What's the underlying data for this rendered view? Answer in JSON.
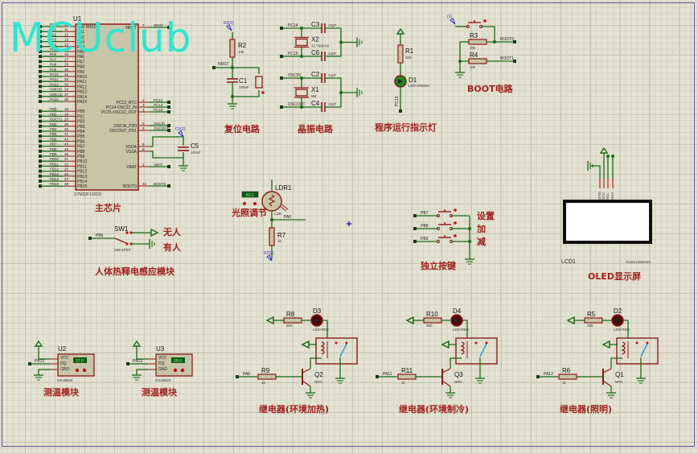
{
  "watermark": "MCUclub",
  "colors": {
    "wire": "#1a6b1a",
    "component": "#8b1a1a",
    "body": "#c8c4a8",
    "label": "#a02020",
    "probe": "#2a2ad0",
    "watermark": "#2ee6cf"
  },
  "mcu": {
    "ref": "U1",
    "part": "STM32F103C8",
    "left_pins": [
      {
        "net": "PA0",
        "num": "10",
        "name": "PA0-WKUP"
      },
      {
        "net": "PA1",
        "num": "11",
        "name": "PA1"
      },
      {
        "net": "PA2",
        "num": "12",
        "name": "PA2"
      },
      {
        "net": "PA3",
        "num": "13",
        "name": "PA3"
      },
      {
        "net": "PA4",
        "num": "14",
        "name": "PA4"
      },
      {
        "net": "PA5",
        "num": "15",
        "name": "PA5"
      },
      {
        "net": "PA6",
        "num": "16",
        "name": "PA6"
      },
      {
        "net": "PA7",
        "num": "17",
        "name": "PA7"
      },
      {
        "net": "PA8",
        "num": "29",
        "name": "PA8"
      },
      {
        "net": "PA9",
        "num": "30",
        "name": "PA9"
      },
      {
        "net": "PA10",
        "num": "31",
        "name": "PA10"
      },
      {
        "net": "PA11",
        "num": "32",
        "name": "PA11"
      },
      {
        "net": "PA12",
        "num": "33",
        "name": "PA12"
      },
      {
        "net": "SWDIO",
        "num": "34",
        "name": "PA13"
      },
      {
        "net": "SWCLK",
        "num": "37",
        "name": "PA14"
      },
      {
        "net": "PA15",
        "num": "38",
        "name": "PA15"
      },
      {
        "net": "PB0",
        "num": "18",
        "name": "PB0"
      },
      {
        "net": "PB1",
        "num": "19",
        "name": "PB1"
      },
      {
        "net": "BOOT1",
        "num": "20",
        "name": "PB2"
      },
      {
        "net": "PB3",
        "num": "39",
        "name": "PB3"
      },
      {
        "net": "PB4",
        "num": "40",
        "name": "PB4"
      },
      {
        "net": "PB5",
        "num": "41",
        "name": "PB5"
      },
      {
        "net": "PB6",
        "num": "42",
        "name": "PB6"
      },
      {
        "net": "PB7",
        "num": "43",
        "name": "PB7"
      },
      {
        "net": "PB8",
        "num": "45",
        "name": "PB8"
      },
      {
        "net": "PB9",
        "num": "46",
        "name": "PB9"
      },
      {
        "net": "PB10",
        "num": "21",
        "name": "PB10"
      },
      {
        "net": "PB11",
        "num": "22",
        "name": "PB11"
      },
      {
        "net": "PB12",
        "num": "25",
        "name": "PB12"
      },
      {
        "net": "PB13",
        "num": "26",
        "name": "PB13"
      },
      {
        "net": "PB14",
        "num": "27",
        "name": "PB14"
      },
      {
        "net": "PB15",
        "num": "28",
        "name": "PB15"
      }
    ],
    "right_pins": [
      {
        "net": "NRST",
        "num": "7",
        "name": "NRST"
      },
      {
        "net": "PC13",
        "num": "2",
        "name": "PC13_RTC"
      },
      {
        "net": "PC14",
        "num": "3",
        "name": "PC14-OSC32_IN"
      },
      {
        "net": "PC15",
        "num": "4",
        "name": "PC15-OSC32_OUT"
      },
      {
        "net": "OSCIN",
        "num": "5",
        "name": "OSCIN_PD0"
      },
      {
        "net": "OSCOUT",
        "num": "6",
        "name": "OSCOUT_PD1"
      },
      {
        "net": "",
        "num": "9",
        "name": "VDDA"
      },
      {
        "net": "",
        "num": "8",
        "name": "VSSA"
      },
      {
        "net": "VBAT",
        "num": "1",
        "name": "VBAT"
      },
      {
        "net": "BOOT0",
        "num": "44",
        "name": "BOOT0"
      }
    ],
    "c5": {
      "ref": "C5",
      "value": "100nF",
      "probe": "C5(2)"
    },
    "section_label": "主芯片"
  },
  "reset": {
    "r_ref": "R2",
    "r_value": "10k",
    "c_ref": "C1",
    "c_value": "100nF",
    "net": "NRST",
    "probe": "R2(2)",
    "label": "复位电路"
  },
  "crystal": {
    "x2": {
      "ref": "X2",
      "value": "32.768KHz",
      "net_a": "PC14",
      "net_b": "PC15",
      "c_a": "C3",
      "c_b": "C6",
      "cap": "12pF"
    },
    "x1": {
      "ref": "X1",
      "value": "8M",
      "net_a": "OSCIN",
      "net_b": "OSCOUT",
      "c_a": "C2",
      "c_b": "C4",
      "cap": "12pF"
    },
    "label": "晶振电路"
  },
  "run_led": {
    "r_ref": "R1",
    "r_value": "300",
    "d_ref": "D1",
    "d_value": "LED-GREEN",
    "net": "PC13",
    "label": "程序运行指示灯"
  },
  "boot": {
    "r3": "R3",
    "r4": "R4",
    "value": "10k",
    "net0": "BOOT0",
    "net1": "BOOT1",
    "probe": "(1)",
    "label": "BOOT电路"
  },
  "pir": {
    "ref": "SW1",
    "value": "SW-SPDT",
    "net": "PB6",
    "opt_none": "无人",
    "opt_someone": "有人",
    "label": "人体热释电感应模块"
  },
  "ldr": {
    "ref": "LDR1",
    "value": "LDR",
    "readout": "63.1",
    "r_ref": "R7",
    "r_value": "1k",
    "net": "PA0",
    "probe": "R7(2)",
    "label": "光照调节"
  },
  "keys": {
    "items": [
      {
        "net": "PB7",
        "label": "设置"
      },
      {
        "net": "PB8",
        "label": "加"
      },
      {
        "net": "PB9",
        "label": "减"
      }
    ],
    "label": "独立按键"
  },
  "oled": {
    "ref": "LCD1",
    "part": "OLED12864I2C",
    "pins": [
      "GND",
      "VCC",
      "SCL",
      "SDA"
    ],
    "label": "OLED显示屏"
  },
  "temp": [
    {
      "ref": "U2",
      "part": "DS18B20",
      "net": "PB12",
      "reading": "27.0",
      "pins": [
        "VCC",
        "DQ",
        "GND"
      ],
      "label": "测温模块"
    },
    {
      "ref": "U3",
      "part": "DS18B20",
      "net": "PB13",
      "reading": "28.0",
      "pins": [
        "VCC",
        "DQ",
        "GND"
      ],
      "label": "测温模块"
    }
  ],
  "relays": [
    {
      "led_r": "R8",
      "led_r_val": "300",
      "led": "D3",
      "led_val": "LED-RED",
      "base_r": "R9",
      "base_r_val": "1k",
      "q": "Q2",
      "q_val": "NPN",
      "net": "PA8",
      "label": "继电器(环境加热)"
    },
    {
      "led_r": "R10",
      "led_r_val": "300",
      "led": "D4",
      "led_val": "LED-RED",
      "base_r": "R11",
      "base_r_val": "1k",
      "q": "Q3",
      "q_val": "NPN",
      "net": "PA11",
      "label": "继电器(环境制冷)"
    },
    {
      "led_r": "R5",
      "led_r_val": "300",
      "led": "D2",
      "led_val": "LED-RED",
      "base_r": "R6",
      "base_r_val": "1k",
      "q": "Q1",
      "q_val": "NPN",
      "net": "PA12",
      "label": "继电器(照明)"
    }
  ]
}
